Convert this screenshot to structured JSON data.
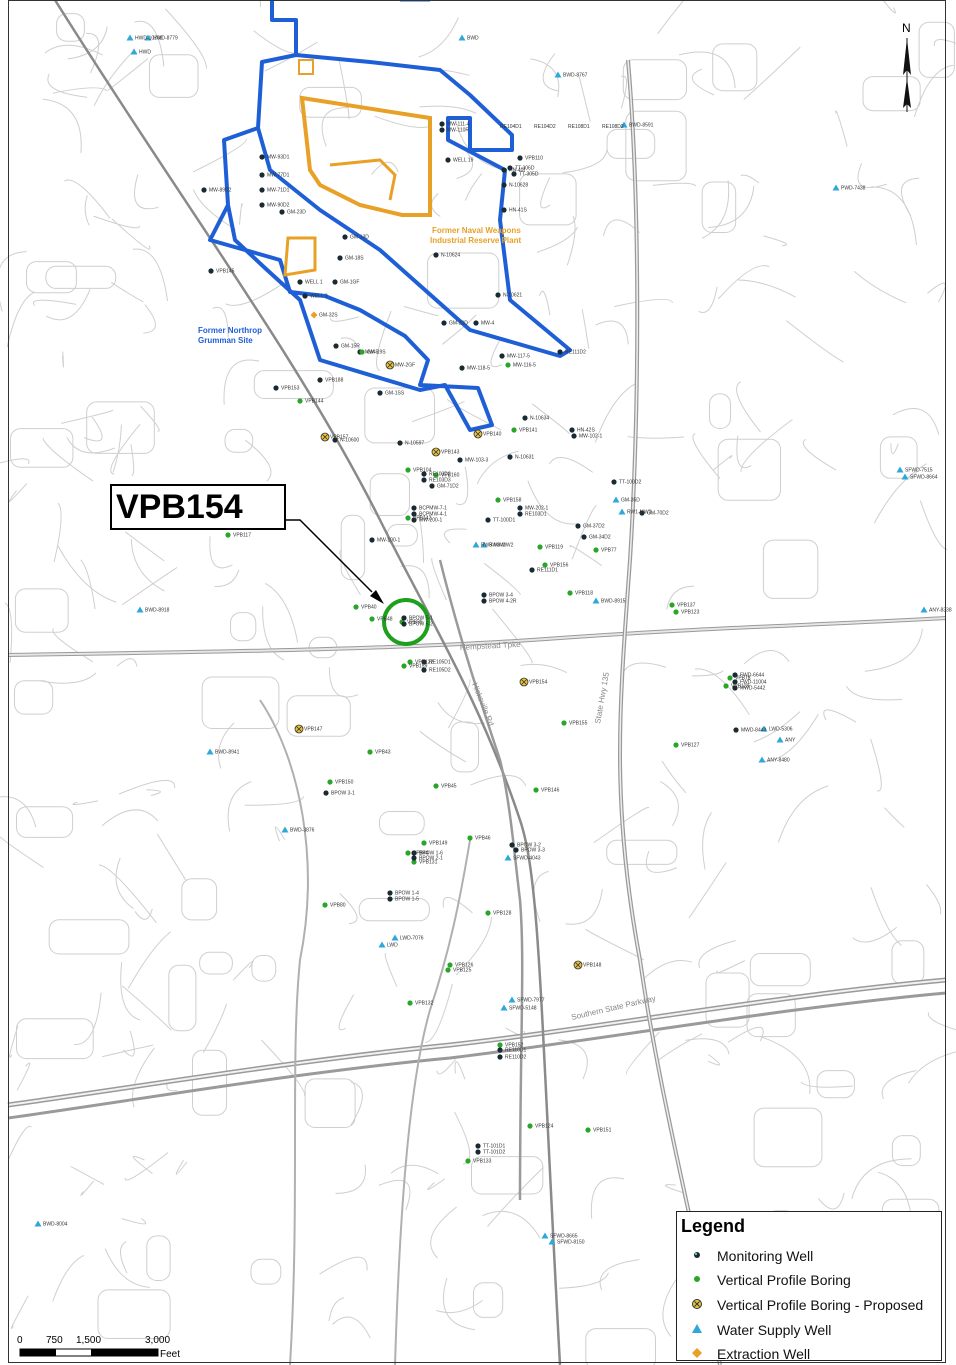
{
  "callout": "VPB154",
  "north_label": "N",
  "site_labels": {
    "navy_line1": "Former Naval Weapons",
    "navy_line2": "Industrial Reserve Plant",
    "northrop_line1": "Former Northrop",
    "northrop_line2": "Grumman Site"
  },
  "roads": {
    "hempstead": "Hempstead Tpke",
    "hicksville": "Hicksville Rd",
    "state_hwy": "State Hwy 135",
    "southern": "Southern State Parkway"
  },
  "legend": {
    "title": "Legend",
    "items": [
      {
        "label": "Monitoring Well",
        "symbol": "monitoring-well-icon"
      },
      {
        "label": "Vertical Profile Boring",
        "symbol": "vertical-profile-boring-icon"
      },
      {
        "label": "Vertical Profile Boring - Proposed",
        "symbol": "proposed-boring-icon"
      },
      {
        "label": "Water Supply Well",
        "symbol": "water-supply-well-icon"
      },
      {
        "label": "Extraction Well",
        "symbol": "extraction-well-icon"
      }
    ]
  },
  "scale": {
    "ticks": [
      "0",
      "750",
      "1,500",
      "3,000"
    ],
    "unit": "Feet"
  },
  "colors": {
    "boundary": "#1f5fd6",
    "navy": "#e8a027",
    "boring": "#2aa52a",
    "proposed": "#e8c43a",
    "water": "#2ea8d8",
    "monitor": "#1a2a33",
    "highlight": "#1ea01e"
  },
  "well_labels": [
    "HWD-10208",
    "HWD-8779",
    "HWD",
    "BWD",
    "BWD-8767",
    "BWD-8591",
    "PWD-7438",
    "MW-93D1",
    "MW-77D1",
    "MW-71D1",
    "MW-89D2",
    "MW-90D2",
    "GM-23D",
    "GM-13D",
    "GM-18S",
    "GM-1GF",
    "GM-32S",
    "WELL 1",
    "WELL 3",
    "GM-1SS",
    "GM-20D",
    "MW-4",
    "MW-5",
    "GM-15R",
    "GM-19S",
    "MW-2GF",
    "VPB144",
    "VPB157",
    "VPB140",
    "VPB141",
    "VPB143",
    "VPB104",
    "VPB160",
    "VPB158",
    "VPB142",
    "VPB117",
    "VPB156",
    "VPB137",
    "VPB123",
    "VPB118",
    "VPB119",
    "VPB77",
    "VPB40",
    "VPB48",
    "VPB39",
    "VPB122",
    "VPB159",
    "VPB154",
    "VPB78",
    "VPB129",
    "VPB155",
    "VPB127",
    "VPB43",
    "VPB150",
    "VPB45",
    "VPB146",
    "VPB46",
    "VPB149",
    "VPB44",
    "VPB131",
    "VPB80",
    "VPB128",
    "VPB126",
    "VPB125",
    "VPB132",
    "VPB152",
    "VPB124",
    "VPB151",
    "VPB133",
    "VPB148",
    "VPB147",
    "VPB145",
    "VPB153",
    "VPB188",
    "N-10597",
    "N-10600",
    "N-10631",
    "N-10634",
    "N-10624",
    "N-10621",
    "N-10628",
    "HN-40I",
    "HN-41S",
    "HN-42S",
    "MW-103-3",
    "MW-102-1",
    "MW-100-1",
    "GM-71D2",
    "GM-70D2",
    "GM-37D2",
    "GM-34D2",
    "GM-35D",
    "RW1-MW3",
    "RW3-MW1",
    "RW3-MW2",
    "BWD-8915",
    "BWD-8918",
    "BWD-8941",
    "BWD-3876",
    "BWD-8004",
    "LWD-7076",
    "LWD",
    "LWD-5306",
    "ANY",
    "ANY-8480",
    "ANY-8338",
    "SFWD-7977",
    "SFWD-5148",
    "SFWD-4043",
    "SFWD-7515",
    "SFWD-8664",
    "SFWD-8665",
    "SFWD-8150",
    "FWD-6644",
    "FWD-11004",
    "MWD-5442",
    "MWD-8443",
    "BPOW 1-4",
    "BPOW 1-5",
    "BPOW 1-6",
    "BPOW 2-1",
    "BPOW 3-1",
    "BPOW 3-2",
    "BPOW 3-3",
    "BPOW 3-4",
    "BPOW 4-2R",
    "BPOW 5-1",
    "BPOW 5-2",
    "RE105D1",
    "RE105D2",
    "RE110D1",
    "RE110D2",
    "TT-101D1",
    "TT-101D2",
    "TT-100D1",
    "TT-100D2",
    "RE111D1",
    "RE111D2",
    "MW-117-5",
    "MW-116-5",
    "MW-118-5",
    "MW-111-4",
    "MW-110R",
    "VPB110",
    "WELL 19",
    "TT-306D",
    "TT-305D",
    "BCPMW-7-1",
    "BCPMW-4-1",
    "MW-200-1",
    "MW-202-1",
    "RE103D1",
    "RE103D2",
    "RE103D3",
    "RE104D1",
    "RE104D2",
    "RE108D1",
    "RE108D2"
  ]
}
